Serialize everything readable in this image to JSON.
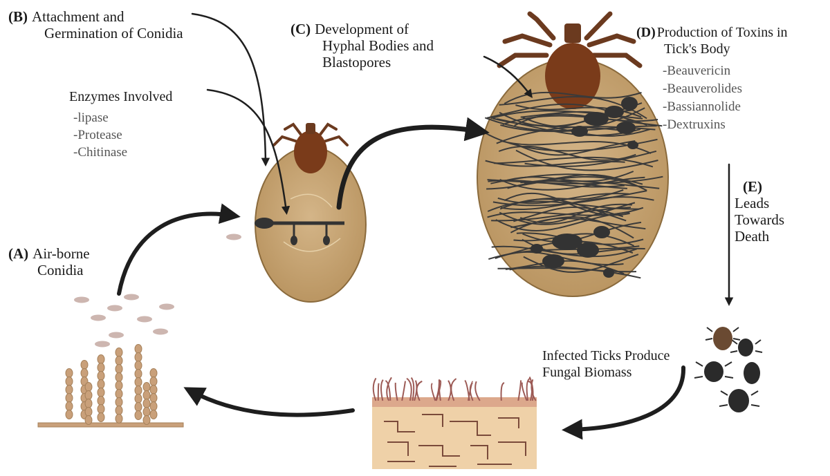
{
  "stages": {
    "a": {
      "tag": "(A)",
      "lines": [
        "Air-borne",
        "Conidia"
      ]
    },
    "b": {
      "tag": "(B)",
      "lines": [
        "Attachment and",
        "Germination of Conidia"
      ]
    },
    "c": {
      "tag": "(C)",
      "lines": [
        "Development of",
        "Hyphal Bodies and",
        "Blastopores"
      ]
    },
    "d": {
      "tag": "(D)",
      "lines": [
        "Production of Toxins in",
        "Tick's Body"
      ]
    },
    "e": {
      "tag": "(E)",
      "lines": [
        "Leads",
        "Towards",
        "Death"
      ]
    }
  },
  "enzymes": {
    "title": "Enzymes Involved",
    "items": [
      "-lipase",
      "-Protease",
      "-Chitinase"
    ]
  },
  "toxins": {
    "items": [
      "-Beauvericin",
      "-Beauverolides",
      "-Bassiannolide",
      "-Dextruxins"
    ]
  },
  "biomass": {
    "lines": [
      "Infected Ticks Produce",
      "Fungal Biomass"
    ]
  },
  "colors": {
    "tick_body": "#c9a878",
    "tick_head": "#7a3b1a",
    "tick_legs": "#6b3a1f",
    "hyphae": "#3a3a3a",
    "spores": "#cdb6b0",
    "conidiophore": "#c9a07a",
    "arrow": "#1e1e1e",
    "soil": "#efd1a8"
  }
}
